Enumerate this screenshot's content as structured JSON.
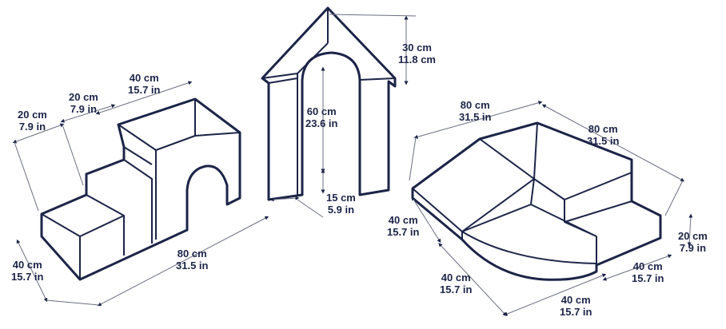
{
  "colors": {
    "outline": "#1c2448",
    "face": "#dfe0e6",
    "dim_line": "#6b6f80"
  },
  "steps_set": {
    "width_label": {
      "cm": "40 cm",
      "in": "15.7 in"
    },
    "step_height_1": {
      "cm": "20 cm",
      "in": "7.9 in"
    },
    "step_height_2": {
      "cm": "20 cm",
      "in": "7.9 in"
    },
    "length_label": {
      "cm": "80 cm",
      "in": "31.5 in"
    },
    "depth_label": {
      "cm": "40 cm",
      "in": "15.7 in"
    }
  },
  "arch": {
    "roof_label": {
      "cm": "30 cm",
      "in": "11.8 cm"
    },
    "opening_label": {
      "cm": "60 cm",
      "in": "23.6 in"
    },
    "thickness_label": {
      "cm": "15 cm",
      "in": "5.9 in"
    }
  },
  "corner_set": {
    "top_left_label": {
      "cm": "80 cm",
      "in": "31.5 in"
    },
    "top_right_label": {
      "cm": "80 cm",
      "in": "31.5 in"
    },
    "left_height_label": {
      "cm": "40 cm",
      "in": "15.7 in"
    },
    "left_lower_label": {
      "cm": "40 cm",
      "in": "15.7 in"
    },
    "bottom_label": {
      "cm": "40 cm",
      "in": "15.7 in"
    },
    "right_label": {
      "cm": "40 cm",
      "in": "15.7 in"
    },
    "step_label": {
      "cm": "20 cm",
      "in": "7.9 in"
    }
  }
}
